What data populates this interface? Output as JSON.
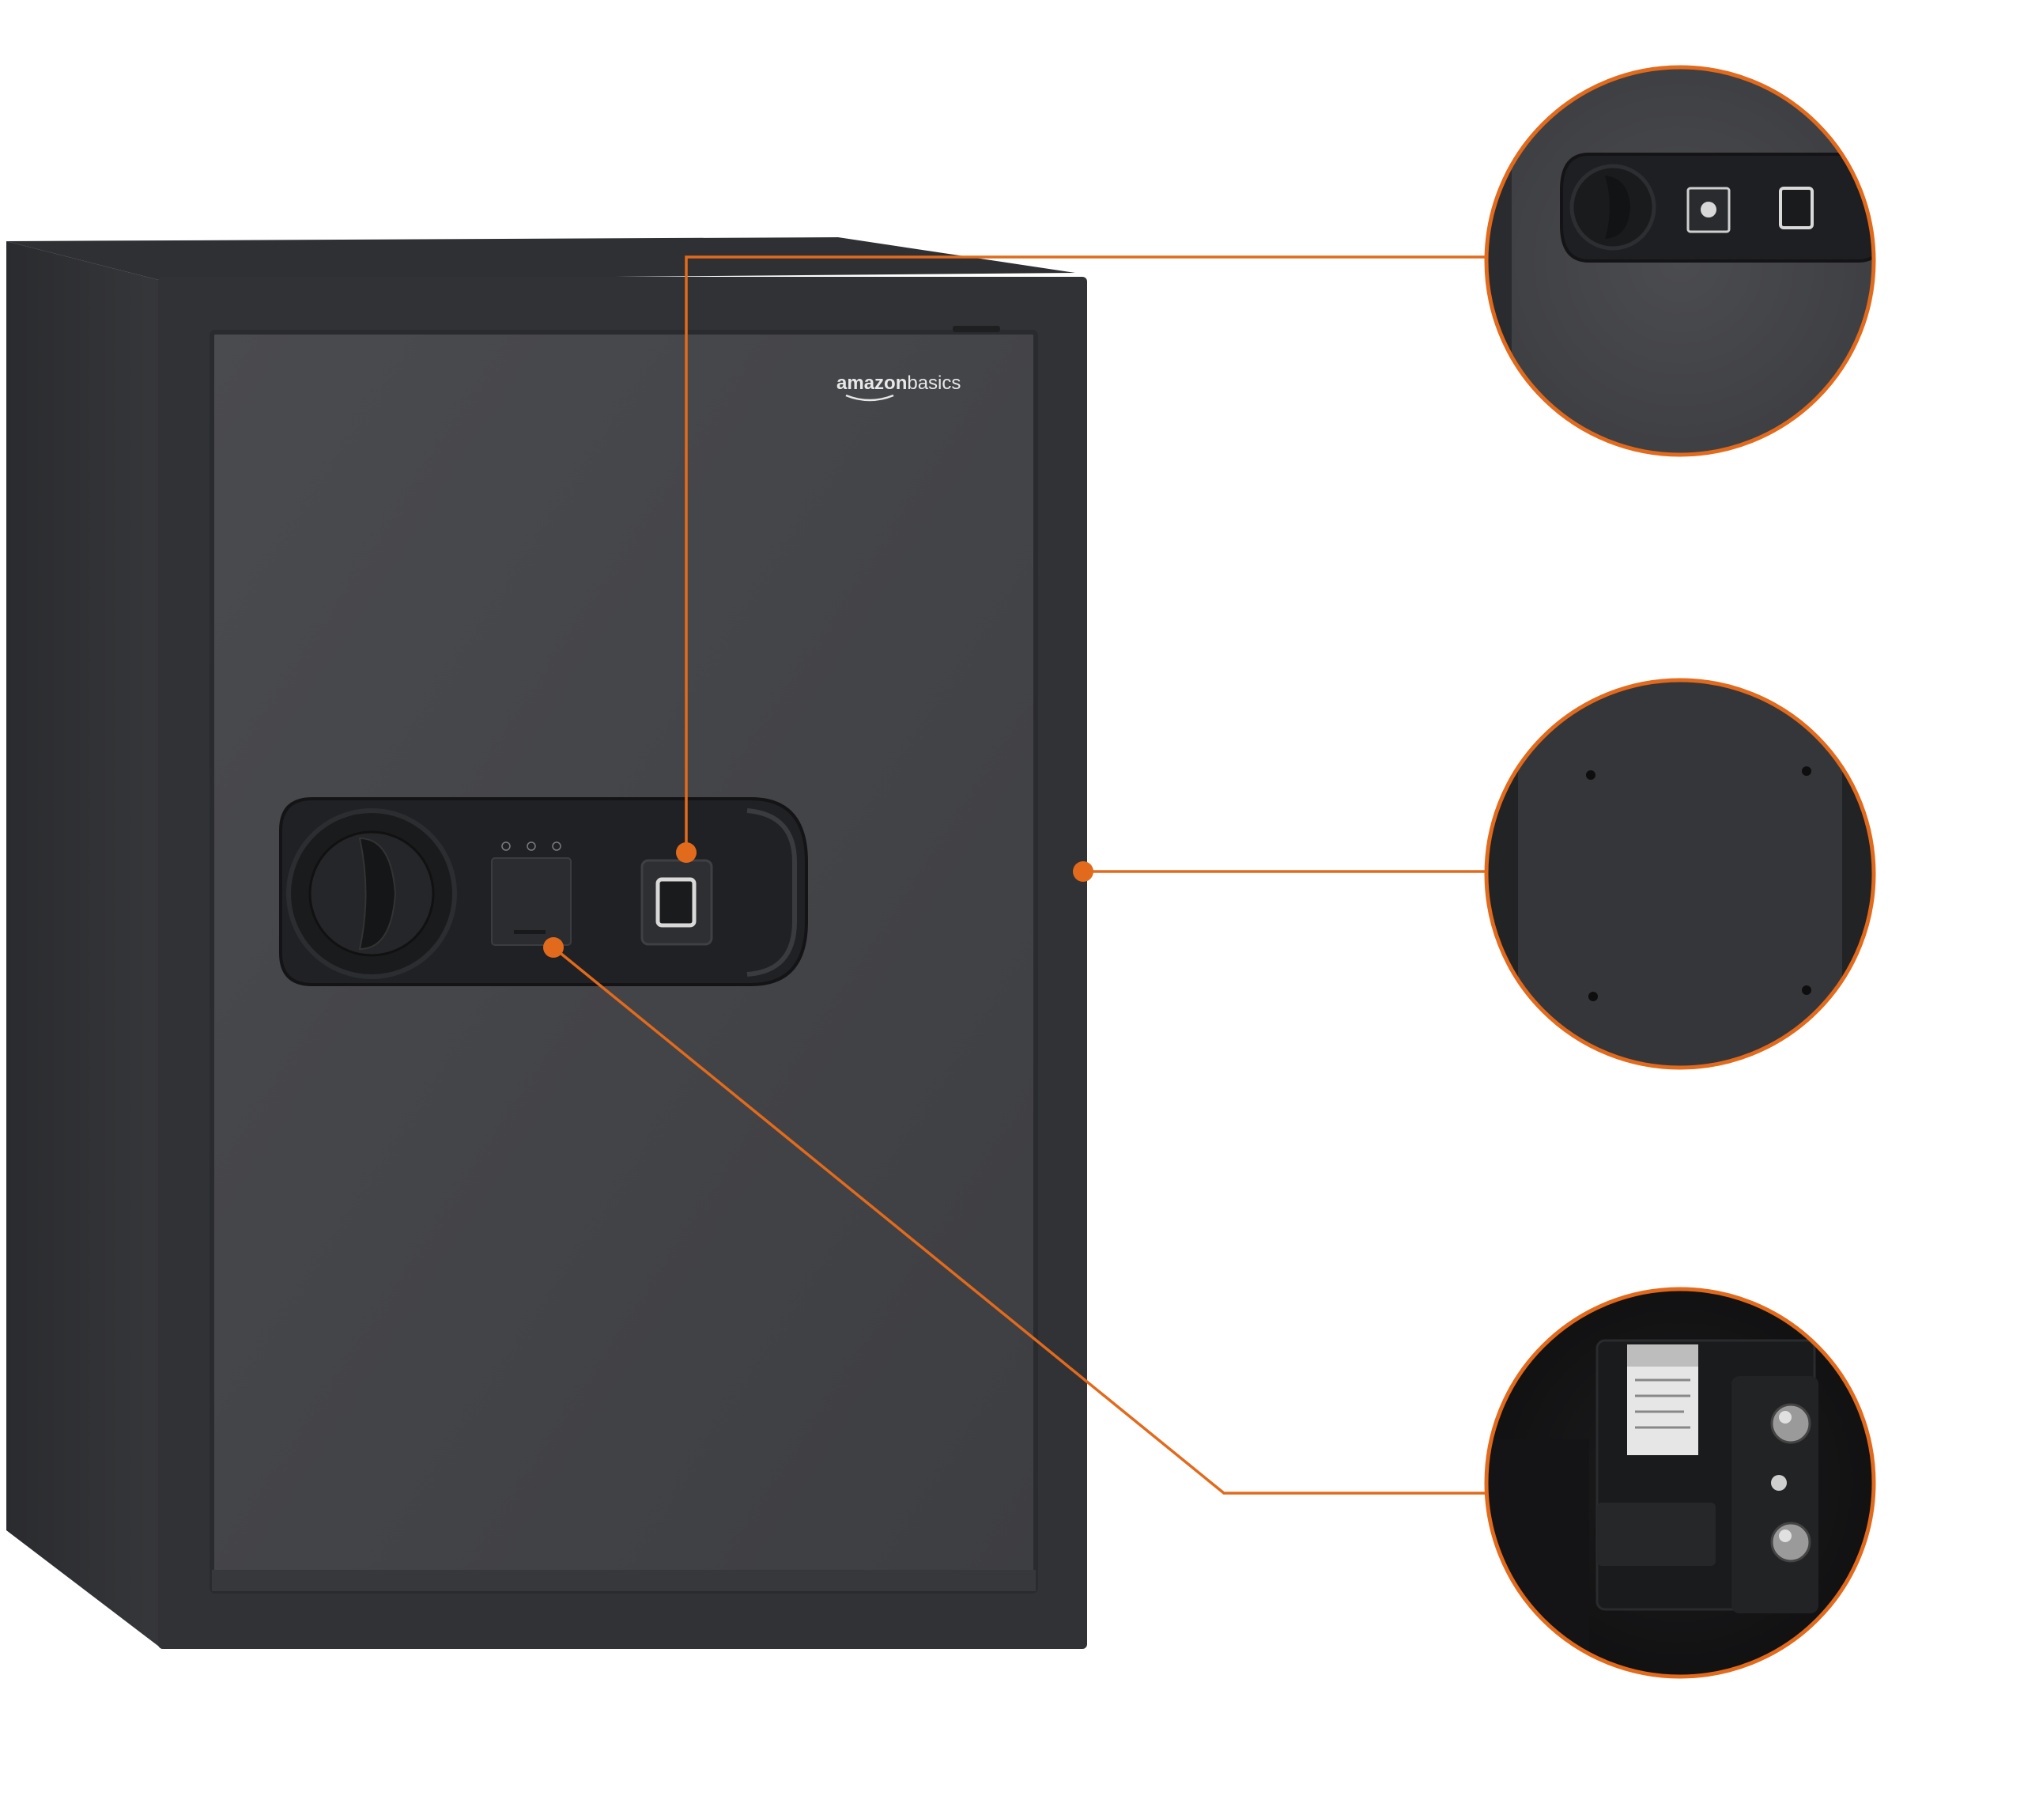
{
  "brand": {
    "name_bold": "amazon",
    "name_light": "basics"
  },
  "colors": {
    "accent_orange": "#e26a1c",
    "safe_body": "#3a3b3d",
    "safe_door": "#45464a",
    "safe_frame": "#2c2d30",
    "background": "#ffffff"
  },
  "callouts": [
    {
      "id": "keypad-closeup",
      "icon": "fingerprint-lock-panel"
    },
    {
      "id": "mounting-holes-closeup",
      "icon": "bolt-down-holes"
    },
    {
      "id": "battery-compartment-closeup",
      "icon": "interior-lock-mechanism"
    }
  ]
}
